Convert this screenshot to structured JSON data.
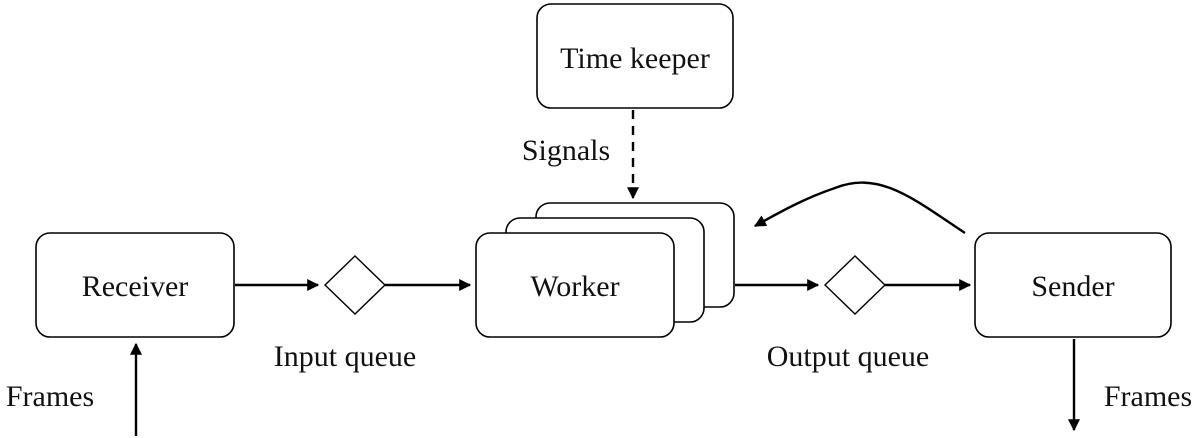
{
  "nodes": {
    "time_keeper": "Time keeper",
    "receiver": "Receiver",
    "worker": "Worker",
    "sender": "Sender"
  },
  "edge_labels": {
    "signals": "Signals",
    "input_queue": "Input queue",
    "output_queue": "Output queue",
    "frames_in": "Frames",
    "frames_out": "Frames"
  },
  "colors": {
    "stroke": "#000000",
    "fill": "#ffffff",
    "text": "#111111"
  }
}
